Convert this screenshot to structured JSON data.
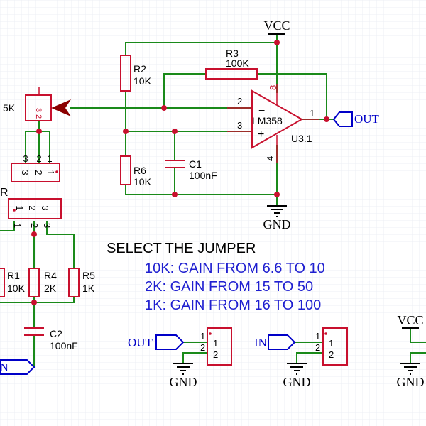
{
  "power": {
    "vcc": "VCC",
    "gnd": "GND"
  },
  "opamp": {
    "ref": "LM358",
    "unit": "U3.1",
    "minus": "−",
    "plus": "+",
    "pin_minus": "2",
    "pin_plus": "3",
    "pin_out": "1",
    "pin_vcc": "8",
    "pin_gnd": "4"
  },
  "resistors": {
    "r2": {
      "ref": "R2",
      "value": "10K"
    },
    "r3": {
      "ref": "R3",
      "value": "100K"
    },
    "r6": {
      "ref": "R6",
      "value": "10K"
    },
    "r1": {
      "ref": "R1",
      "value": "10K"
    },
    "r4": {
      "ref": "R4",
      "value": "2K"
    },
    "r5": {
      "ref": "R5",
      "value": "1K"
    }
  },
  "capacitors": {
    "c1": {
      "ref": "C1",
      "value": "100nF"
    },
    "c2": {
      "ref": "C2",
      "value": "100nF"
    }
  },
  "pot": {
    "value": "5K",
    "pins": "3 2"
  },
  "jumper_top": {
    "pins": [
      "3",
      "2",
      "1"
    ]
  },
  "jumper_bottom": {
    "ref": "R",
    "pins": [
      "1",
      "2",
      "3"
    ]
  },
  "bottom_pins": [
    "1",
    "2",
    "3"
  ],
  "nets": {
    "out": "OUT",
    "in": "IN"
  },
  "notes": {
    "heading": "SELECT THE JUMPER",
    "line1": "10K: GAIN FROM 6.6 TO 10",
    "line2": "2K: GAIN FROM 15 TO 50",
    "line3": "1K: GAIN FROM 16 TO 100"
  },
  "conn_out": {
    "pin1": "1",
    "pin2": "2",
    "body1": "1",
    "body2": "2"
  },
  "conn_in": {
    "pin1": "1",
    "pin2": "2",
    "body1": "1",
    "body2": "2"
  }
}
